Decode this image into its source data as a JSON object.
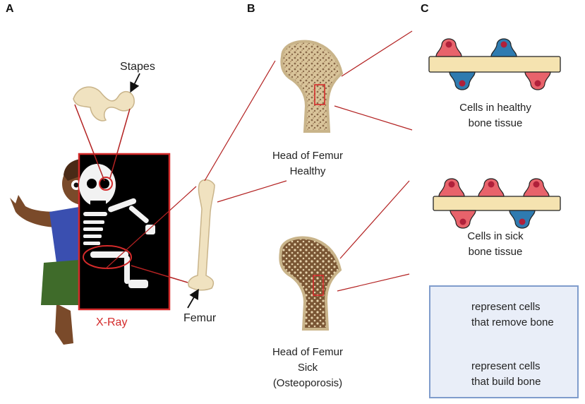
{
  "panels": {
    "a": "A",
    "b": "B",
    "c": "C"
  },
  "labels": {
    "stapes": "Stapes",
    "xray": "X-Ray",
    "femur": "Femur"
  },
  "femur_healthy": {
    "line1": "Head of Femur",
    "line2": "Healthy"
  },
  "femur_sick": {
    "line1": "Head of Femur",
    "line2": "Sick",
    "line3": "(Osteoporosis)"
  },
  "healthy_tissue": {
    "line1": "Cells in healthy",
    "line2": "bone tissue"
  },
  "sick_tissue": {
    "line1": "Cells in sick",
    "line2": "bone tissue"
  },
  "legend": {
    "remove": {
      "line1": "represent cells",
      "line2": "that remove bone",
      "color": "#e8636b"
    },
    "build": {
      "line1": "represent cells",
      "line2": "that build bone",
      "color": "#2f7bb0"
    }
  },
  "colors": {
    "callout": "#b32222",
    "bone": "#f0e2c0",
    "bone_stroke": "#c9b48a",
    "spongy_healthy": "#8a6a4a",
    "spongy_sick": "#6b4a2e",
    "xray_bg": "#000000",
    "xray_frame": "#d42a2a"
  }
}
